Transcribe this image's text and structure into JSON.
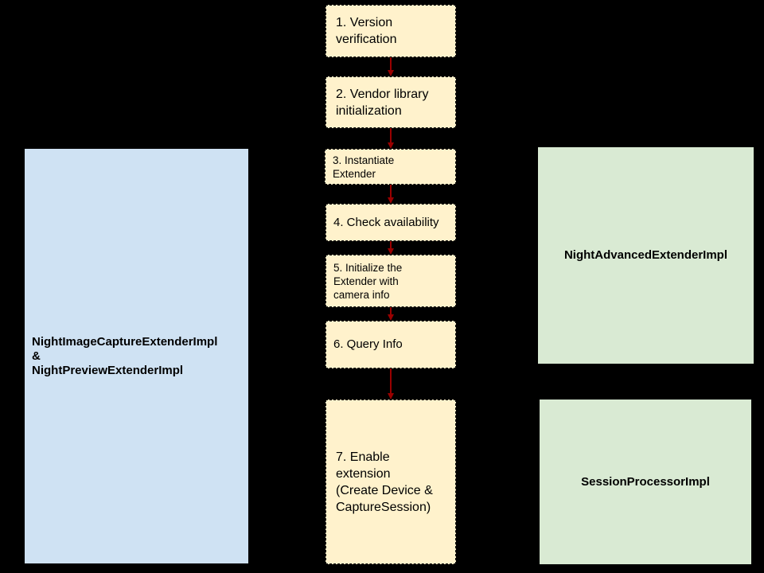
{
  "diagram": {
    "background": "#000000",
    "colors": {
      "step-fill": "#FFF2CC",
      "step-border": "#000000",
      "left-fill": "#CFE2F3",
      "right-fill": "#D9EAD3",
      "arrow": "#990000",
      "text": "#000000"
    },
    "steps": [
      {
        "label": "1. Version\nverification"
      },
      {
        "label": "2. Vendor library\ninitialization"
      },
      {
        "label": "3. Instantiate\nExtender"
      },
      {
        "label": "4. Check availability"
      },
      {
        "label": "5. Initialize the\nExtender with\ncamera info"
      },
      {
        "label": "6. Query Info"
      },
      {
        "label": "7. Enable\nextension\n(Create Device &\nCaptureSession)"
      }
    ],
    "left_box": {
      "label": "NightImageCaptureExtenderImpl\n&\nNightPreviewExtenderImpl"
    },
    "right_boxes": [
      {
        "label": "NightAdvancedExtenderImpl"
      },
      {
        "label": "SessionProcessorImpl"
      }
    ]
  }
}
